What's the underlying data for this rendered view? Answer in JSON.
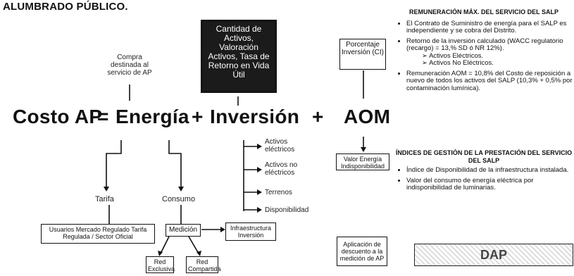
{
  "title": "ALUMBRADO PÚBLICO.",
  "equation": {
    "costo": "Costo AP",
    "equals": "=",
    "energia": "Energía",
    "plus1": "+",
    "inversion": "Inversión",
    "plus2": "+",
    "aom": "AOM"
  },
  "notes": {
    "compra": "Compra destinada al servicio de AP",
    "dark_box": "Cantidad de Activos, Valoración Activos, Tasa de Retorno en Vida Útil",
    "porcentaje": "Porcentaje Inversión (CI)",
    "valor_energia": "Valor Energía Indisponibilidad"
  },
  "inversion_items": [
    "Activos eléctricos",
    "Activos no eléctricos",
    "Terrenos",
    "Disponibilidad"
  ],
  "energia_branches": {
    "tarifa": "Tarifa",
    "consumo": "Consumo",
    "tarifa_box": "Usuarios Mercado Regulado Tarifa Regulada / Sector Oficial",
    "medicion": "Medición",
    "infraestructura": "Infraestructura Inversión",
    "red_exclusiva": "Red Exclusiva",
    "red_compartida": "Red Compartida"
  },
  "aplicacion": "Aplicación de descuento a la medición de AP",
  "scribble_text": "DAP",
  "right_panel": {
    "heading1": "REMUNERACIÓN MÁX. DEL SERVICIO DEL SALP",
    "bullets1": [
      "El Contrato de Suministro de energía para el SALP es independiente y se cobra del Distrito.",
      "Retorno de la inversión calculado (WACC regulatorio (recargo) = 13,% SD ó NR 12%).",
      "Remuneración AOM = 10,8% del Costo de reposición a nuevo de todos los activos del SALP (10,3% + 0,5% por contaminación lumínica)."
    ],
    "sub_items": [
      "Activos Eléctricos.",
      "Activos No Eléctricos."
    ],
    "heading2": "ÍNDICES DE GESTIÓN DE LA PRESTACIÓN DEL SERVICIO DEL SALP",
    "bullets2": [
      "Índice de Disponibilidad de la infraestructura instalada.",
      "Valor del consumo de energía eléctrica por indisponibilidad de luminarias."
    ]
  }
}
